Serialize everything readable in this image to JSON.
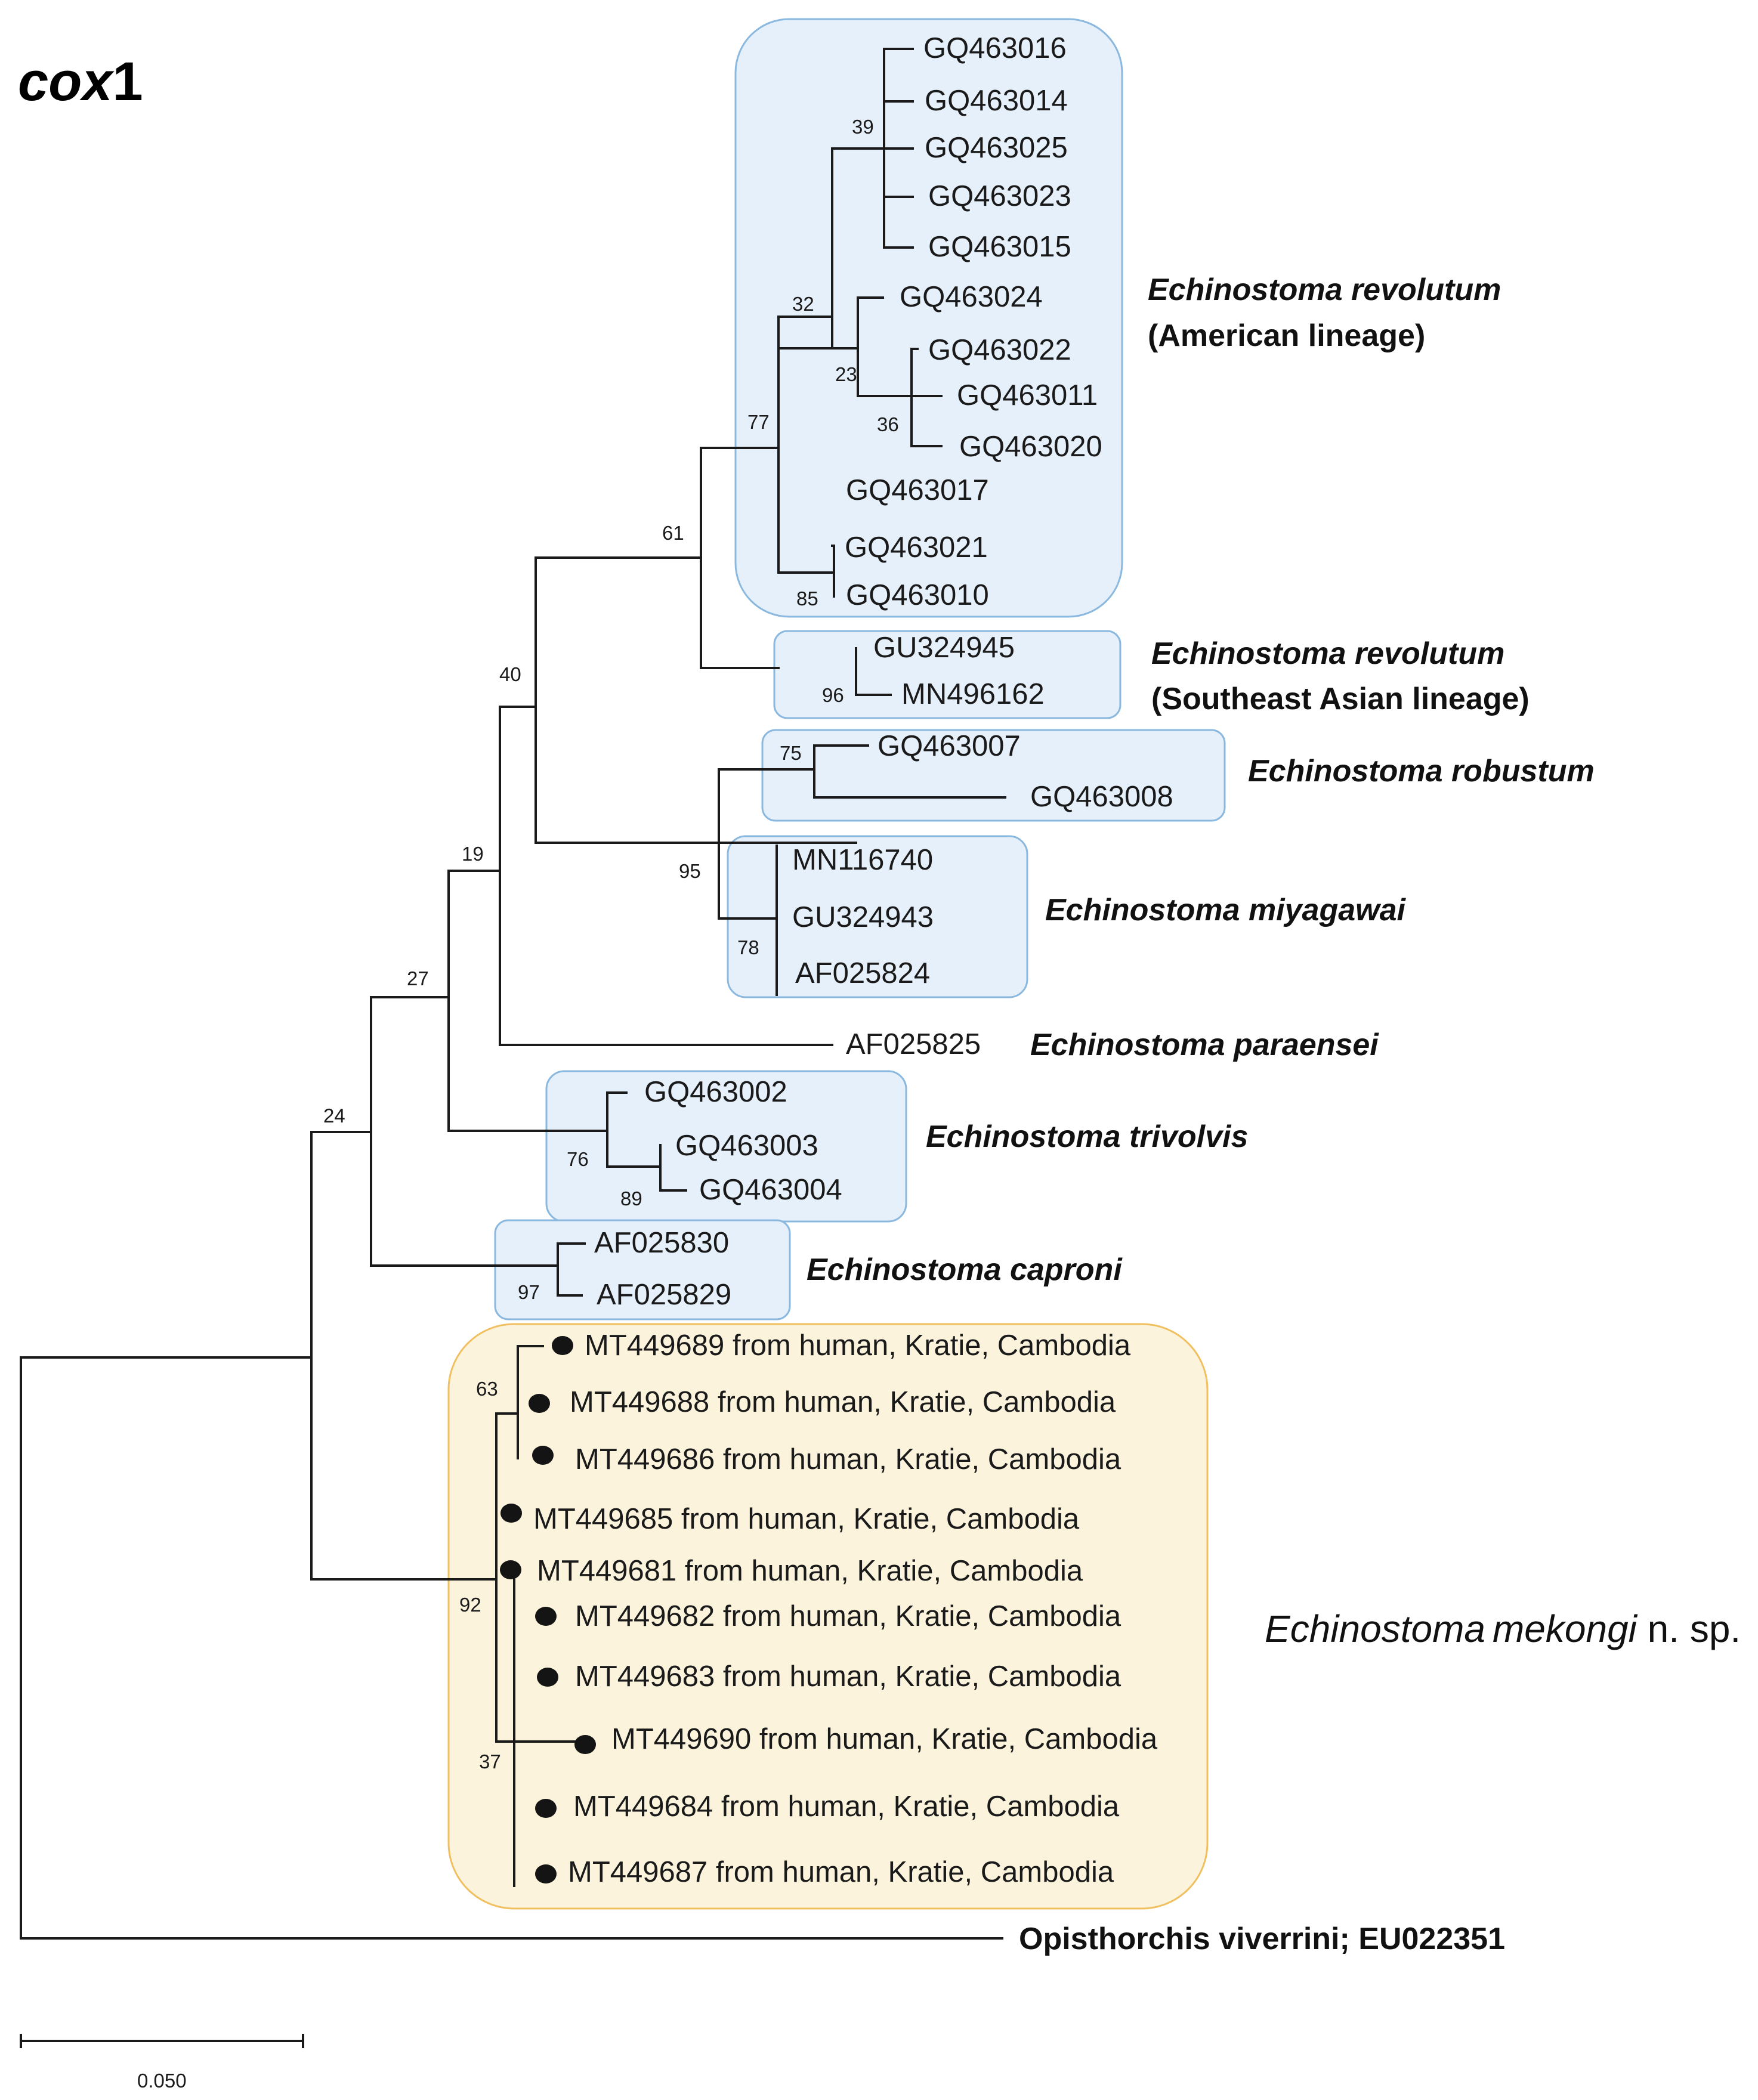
{
  "title": {
    "italic": "cox",
    "plain": "1"
  },
  "colors": {
    "blue_box": "#e6f0fa",
    "blue_border": "#8ab8df",
    "gold_box": "#fbf3dc",
    "gold_border": "#f0c060",
    "line": "#1a1a1a"
  },
  "leaves": {
    "GQ463016": "GQ463016",
    "GQ463014": "GQ463014",
    "GQ463025": "GQ463025",
    "GQ463023": "GQ463023",
    "GQ463015": "GQ463015",
    "GQ463024": "GQ463024",
    "GQ463022": "GQ463022",
    "GQ463011": "GQ463011",
    "GQ463020": "GQ463020",
    "GQ463017": "GQ463017",
    "GQ463021": "GQ463021",
    "GQ463010": "GQ463010",
    "GU324945": "GU324945",
    "MN496162": "MN496162",
    "GQ463007": "GQ463007",
    "GQ463008": "GQ463008",
    "MN116740": "MN116740",
    "GU324943": "GU324943",
    "AF025824": "AF025824",
    "AF025825": "AF025825",
    "GQ463002": "GQ463002",
    "GQ463003": "GQ463003",
    "GQ463004": "GQ463004",
    "AF025830": "AF025830",
    "AF025829": "AF025829",
    "MT449689": "MT449689 from human, Kratie, Cambodia",
    "MT449688": "MT449688 from human, Kratie, Cambodia",
    "MT449686": "MT449686 from human, Kratie, Cambodia",
    "MT449685": "MT449685 from human, Kratie, Cambodia",
    "MT449681": "MT449681 from human, Kratie, Cambodia",
    "MT449682": "MT449682 from human, Kratie, Cambodia",
    "MT449683": "MT449683 from human, Kratie, Cambodia",
    "MT449690": "MT449690 from human, Kratie, Cambodia",
    "MT449684": "MT449684 from human, Kratie, Cambodia",
    "MT449687": "MT449687 from human, Kratie, Cambodia",
    "outgroup": "Opisthorchis viverrini; EU022351"
  },
  "bootstrap": {
    "b39": "39",
    "b32": "32",
    "b23": "23",
    "b36": "36",
    "b77": "77",
    "b85": "85",
    "b61": "61",
    "b96": "96",
    "b40": "40",
    "b75": "75",
    "b95": "95",
    "b78": "78",
    "b19": "19",
    "b27": "27",
    "b76": "76",
    "b89": "89",
    "b24": "24",
    "b97": "97",
    "b63": "63",
    "b92": "92",
    "b37": "37"
  },
  "clades": {
    "revolutum_am_1": "Echinostoma revolutum",
    "revolutum_am_2": "(American lineage)",
    "revolutum_se_1": "Echinostoma revolutum",
    "revolutum_se_2": "(Southeast Asian lineage)",
    "robustum": "Echinostoma robustum",
    "miyagawai": "Echinostoma miyagawai",
    "paraensei": "Echinostoma paraensei",
    "trivolvis": "Echinostoma trivolvis",
    "caproni": "Echinostoma caproni",
    "mekongi_genus": "Echinostoma",
    "mekongi_species": "mekongi",
    "mekongi_suffix": " n. sp."
  },
  "scale_bar": {
    "value": 0.05,
    "label": "0.050"
  }
}
